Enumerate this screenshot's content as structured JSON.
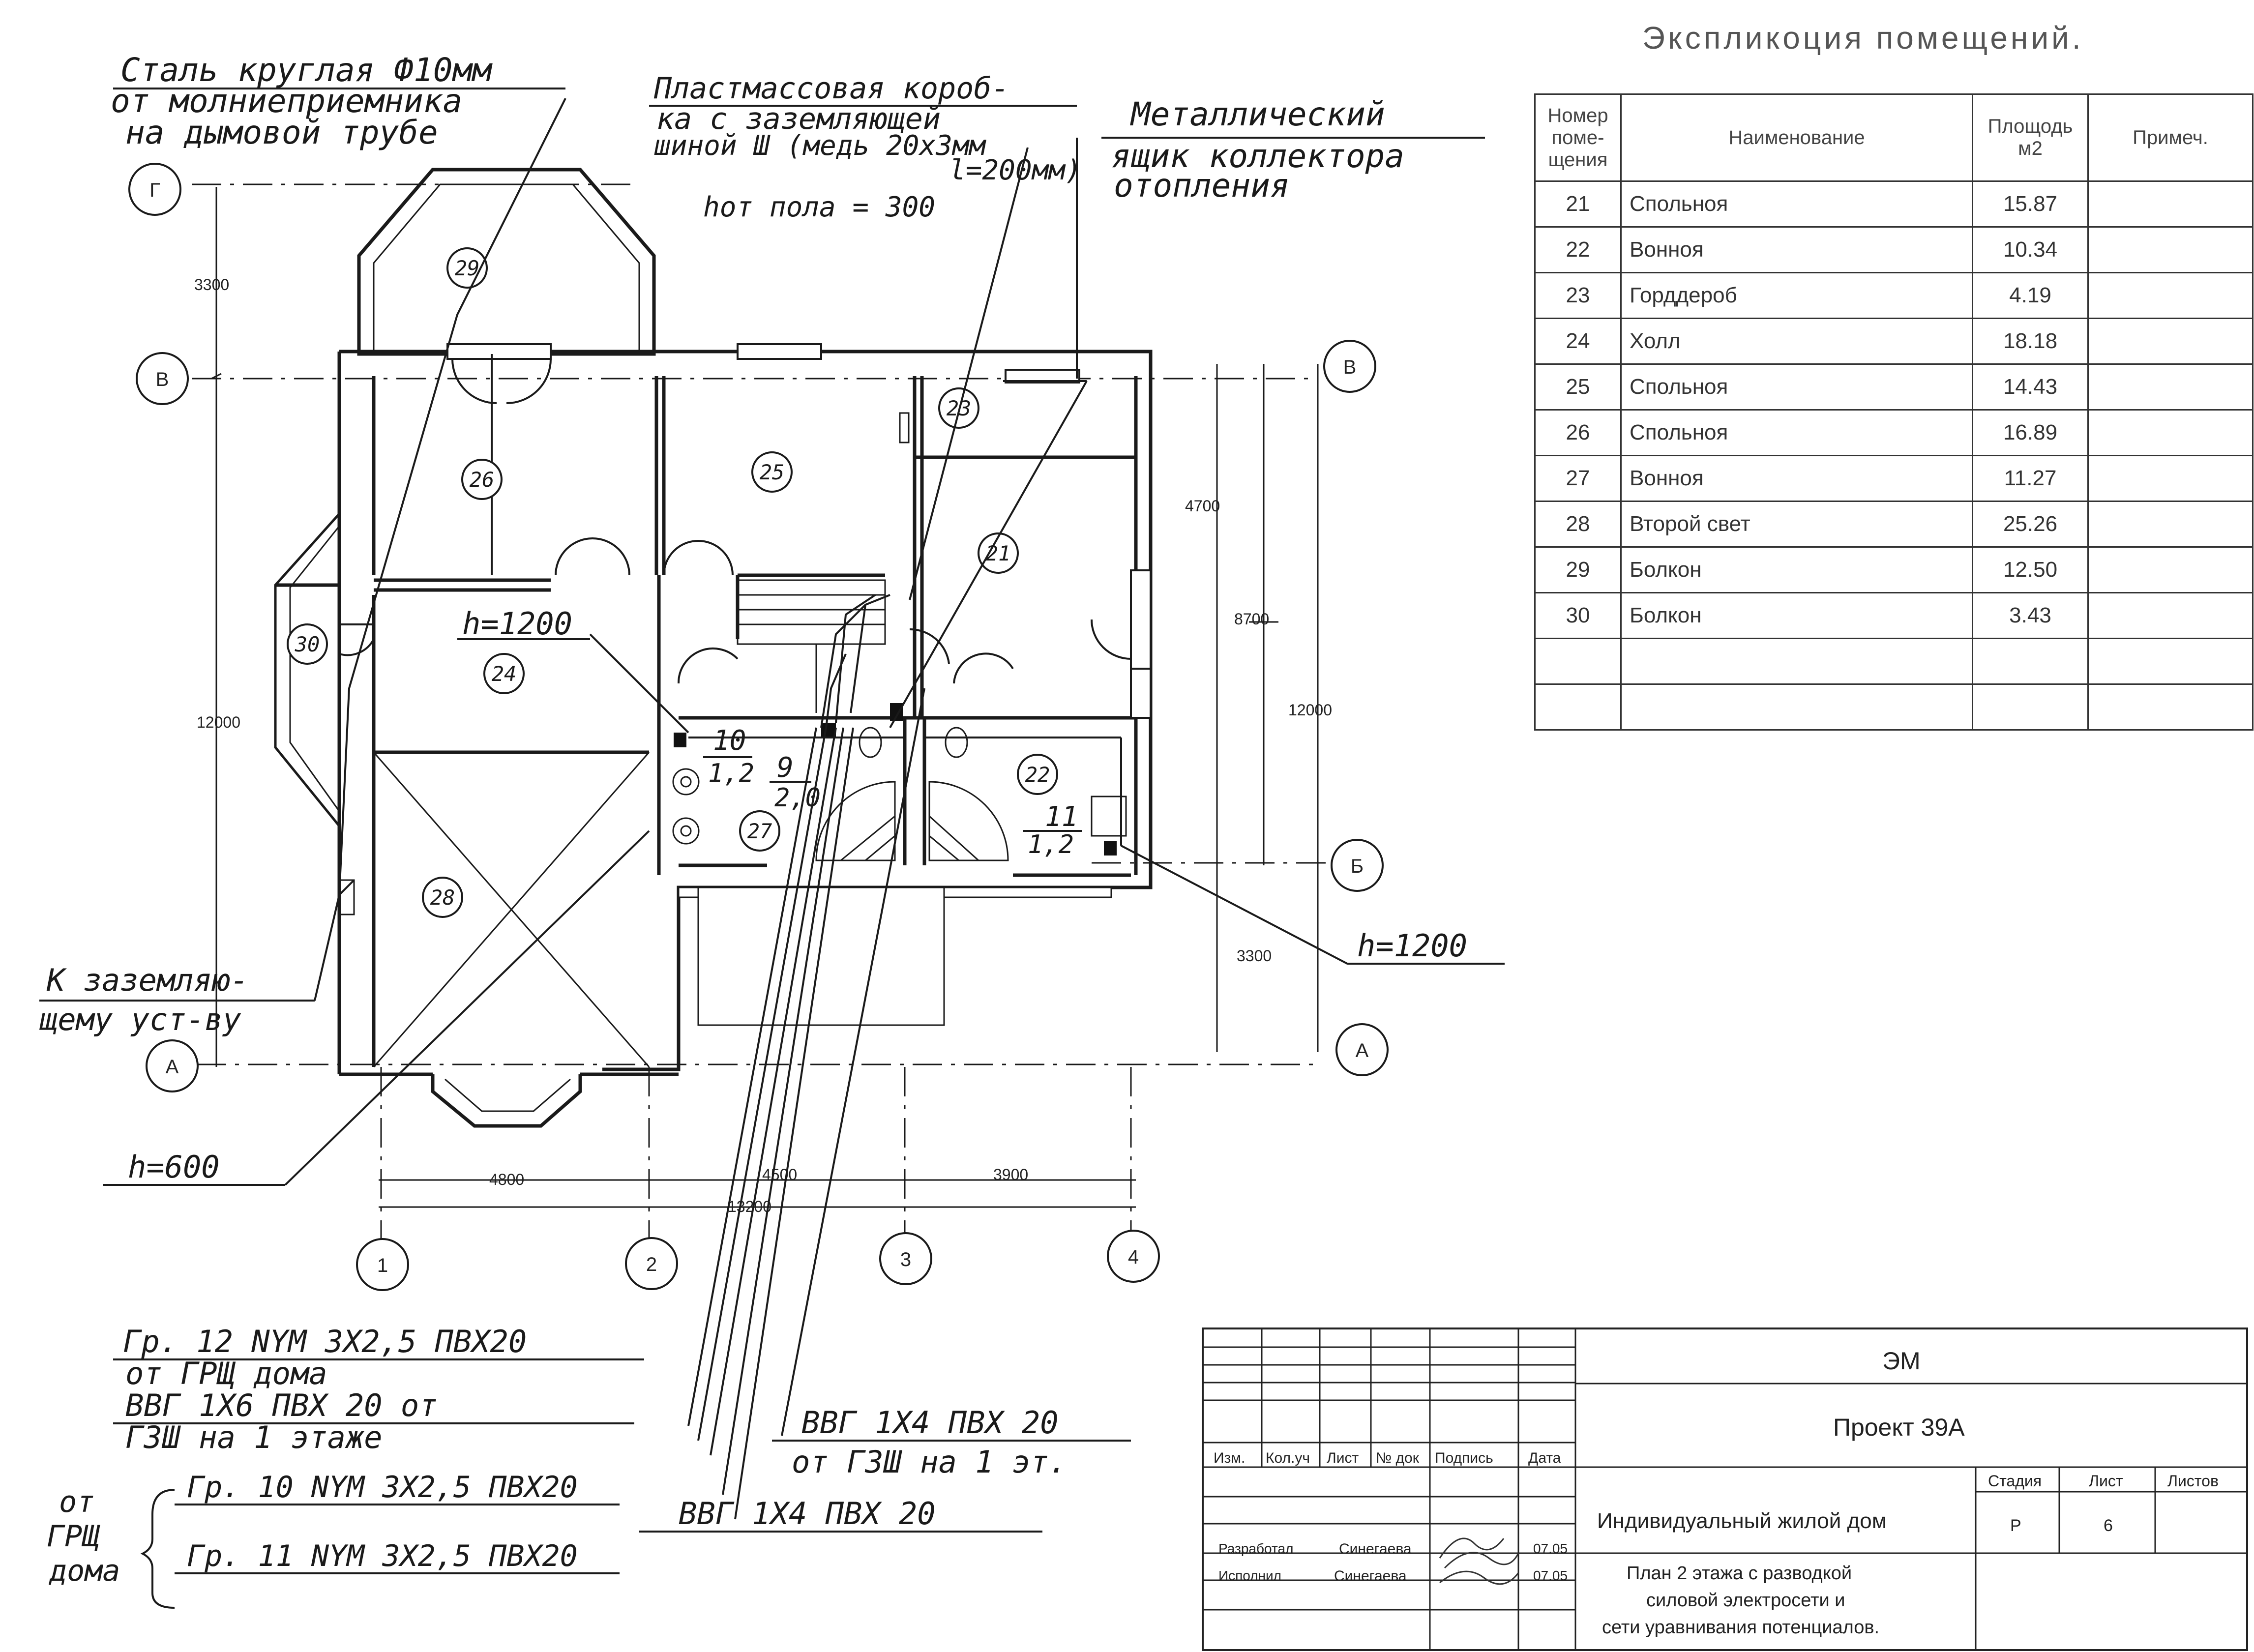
{
  "notes": {
    "steel_rod": [
      "Сталь круглая Ф10мм",
      "от молниеприемника",
      "на дымовой трубе"
    ],
    "plastic_box": [
      "Пластмассовая короб-",
      "ка с заземляющей",
      "шиной Ш (медь 20х3мм",
      "l=200мм)"
    ],
    "plastic_box_height": "hот пола = 300",
    "metal_box": [
      "Металлический",
      "ящик коллектора",
      "отопления"
    ],
    "to_ground": [
      "К заземляю-",
      "щему уст-ву"
    ],
    "h1200_top": "h=1200",
    "h1200_right": "h=1200",
    "h600": "h=600",
    "cable_12": "Гр. 12 NYM 3Х2,5 ПВХ20",
    "from_grsch_house": "от ГРЩ дома",
    "vvg_1x6": "ВВГ 1Х6 ПВХ 20 от",
    "gzsh_floor1": "ГЗШ на 1 этаже",
    "vvg_1x4_a": "ВВГ 1Х4 ПВХ 20",
    "from_gzsh_1": "от ГЗШ на 1 эт.",
    "vvg_1x4_b": "ВВГ 1Х4 ПВХ 20",
    "cable_10": "Гр. 10 NYM 3Х2,5 ПВХ20",
    "cable_11": "Гр. 11 NYM 3Х2,5 ПВХ20",
    "from_grsch_group": [
      "от",
      "ГРЩ",
      "дома"
    ]
  },
  "plan": {
    "axes_letters": [
      "Г",
      "В",
      "В",
      "Б",
      "А",
      "А"
    ],
    "axes_numbers": [
      "1",
      "2",
      "3",
      "4"
    ],
    "dimensions": {
      "d3300_top": "3300",
      "d12000_left": "12000",
      "d4700": "4700",
      "d8700": "8700",
      "d12000_right": "12000",
      "d3300_bottom": "3300",
      "d4800": "4800",
      "d4500": "4500",
      "d3900": "3900",
      "d13200": "13200"
    },
    "rooms": [
      "29",
      "26",
      "25",
      "23",
      "21",
      "30",
      "24",
      "28",
      "27",
      "22"
    ],
    "circuits": {
      "c10": "10",
      "c10_load": "1,2",
      "c9": "9",
      "c9_load": "2,0",
      "c11": "11",
      "c11_load": "1,2"
    }
  },
  "explication": {
    "title": "Экспликоция помещений.",
    "headers": [
      "Номер поме- щения",
      "Наименование",
      "Площодь м2",
      "Примеч."
    ],
    "rows": [
      [
        "21",
        "Спольноя",
        "15.87",
        ""
      ],
      [
        "22",
        "Вонноя",
        "10.34",
        ""
      ],
      [
        "23",
        "Горддероб",
        "4.19",
        ""
      ],
      [
        "24",
        "Холл",
        "18.18",
        ""
      ],
      [
        "25",
        "Спольноя",
        "14.43",
        ""
      ],
      [
        "26",
        "Спольноя",
        "16.89",
        ""
      ],
      [
        "27",
        "Вонноя",
        "11.27",
        ""
      ],
      [
        "28",
        "Второй свет",
        "25.26",
        ""
      ],
      [
        "29",
        "Болкон",
        "12.50",
        ""
      ],
      [
        "30",
        "Болкон",
        "3.43",
        ""
      ],
      [
        "",
        "",
        "",
        ""
      ],
      [
        "",
        "",
        "",
        ""
      ]
    ]
  },
  "titleblock": {
    "code": "ЭМ",
    "project": "Проект 39А",
    "cols": [
      "Изм.",
      "Кол.уч",
      "Лист",
      "№ док",
      "Подпись",
      "Дата"
    ],
    "developed_label": "Разработал",
    "developed_name": "Синегаева",
    "developed_date": "07.05",
    "executed_label": "Исполнил",
    "executed_name": "Синегаева",
    "executed_date": "07.05",
    "building": "Индивидуальный жилой дом",
    "stage_h": "Стадия",
    "sheet_h": "Лист",
    "sheets_h": "Листов",
    "stage": "Р",
    "sheet": "6",
    "sheets": "",
    "description": [
      "План 2 этажа с разводкой",
      "силовой электросети и",
      "сети уравнивания потенциалов."
    ]
  }
}
